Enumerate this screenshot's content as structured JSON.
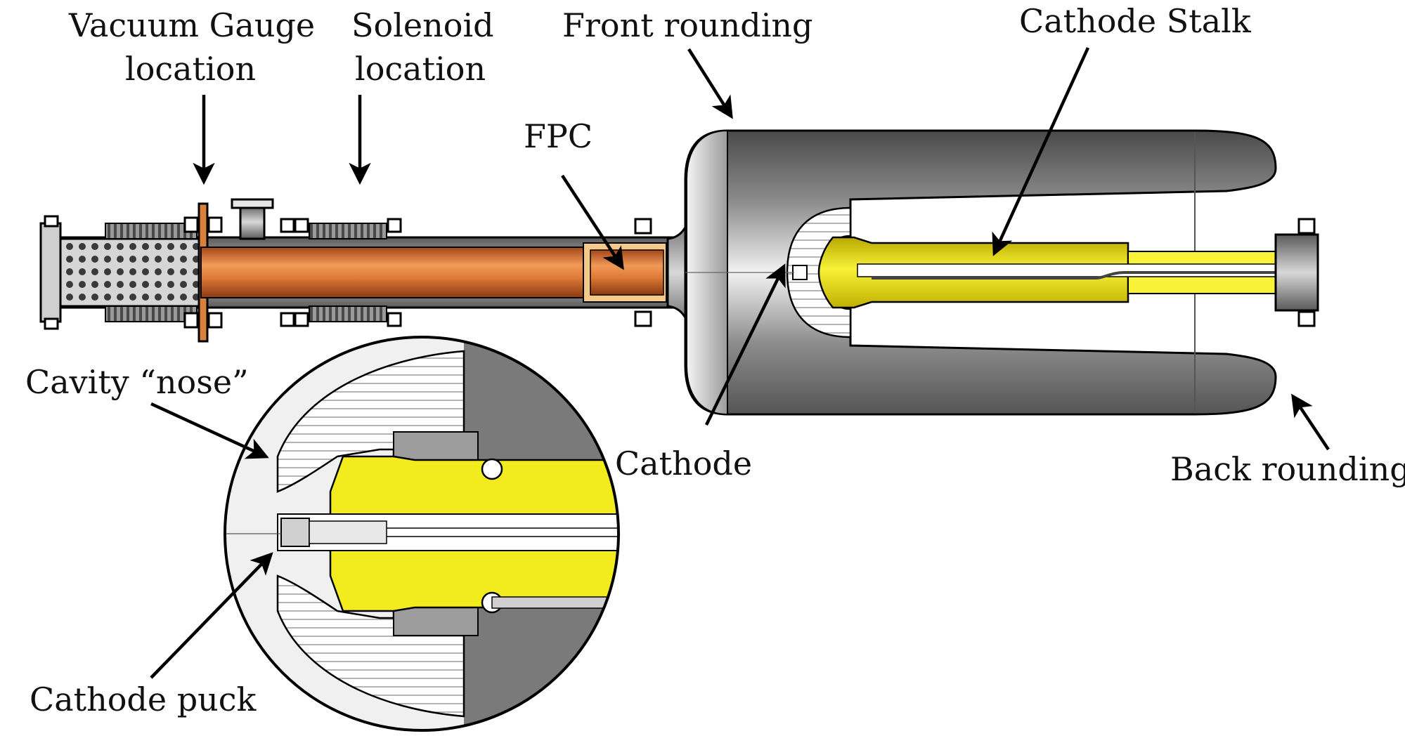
{
  "labels": {
    "vacuum_gauge": [
      "Vacuum Gauge",
      "location"
    ],
    "solenoid": [
      "Solenoid",
      "location"
    ],
    "front_rounding": "Front rounding",
    "cathode_stalk": "Cathode Stalk",
    "fpc": "FPC",
    "cavity_nose": "Cavity “nose”",
    "cathode": "Cathode",
    "back_rounding": "Back rounding",
    "cathode_puck": "Cathode puck"
  },
  "colors": {
    "copper": "#d2691e",
    "copper_light": "#f0a060",
    "steel_dark": "#6e6e6e",
    "steel_mid": "#a8a8a8",
    "steel_light": "#e8e8e8",
    "yellow": "#f2ec1e",
    "yellow_dark": "#c8b800",
    "fpc_tan": "#f4c98a"
  }
}
